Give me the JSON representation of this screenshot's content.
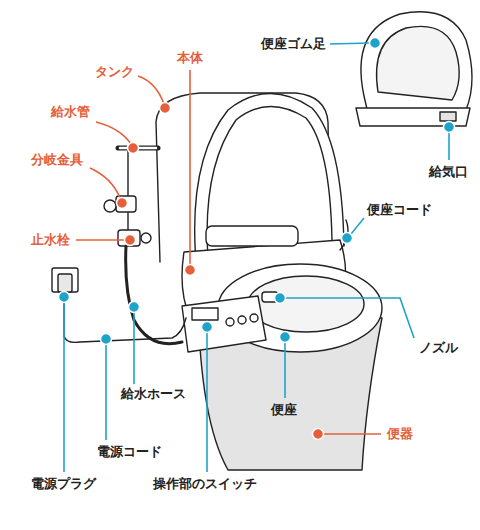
{
  "diagram": {
    "labels": [
      "便座ゴム足",
      "本体",
      "タンク",
      "給水管",
      "分岐金具",
      "止水栓",
      "給気口",
      "便座コード",
      "ノズル",
      "便座",
      "便器",
      "給水ホース",
      "電源コード",
      "電源プラグ",
      "操作部のスイッチ"
    ]
  }
}
